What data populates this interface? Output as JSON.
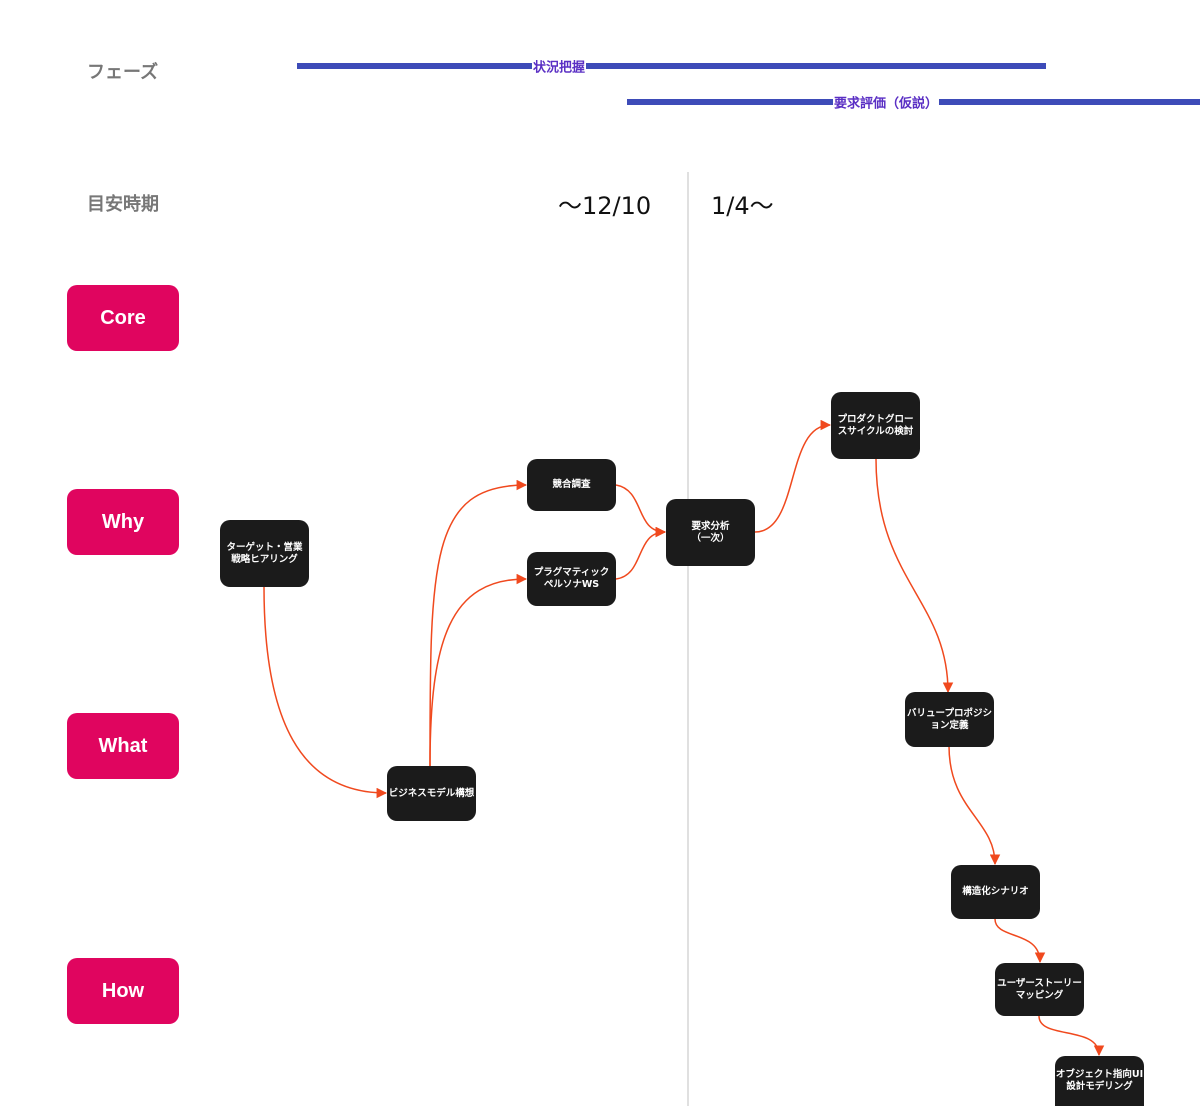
{
  "phase_row_label": "フェーズ",
  "period_row_label": "目安時期",
  "phases": [
    {
      "label": "状況把握"
    },
    {
      "label": "要求評価（仮説）"
    }
  ],
  "periods": {
    "before": "〜12/10",
    "after": "1/4〜"
  },
  "categories": {
    "core": "Core",
    "why": "Why",
    "what": "What",
    "how": "How"
  },
  "nodes": {
    "target_hearing": "ターゲット・営業\n戦略ヒアリング",
    "business_model": "ビジネスモデル構想",
    "competitor": "競合調査",
    "persona_ws": "プラグマティック\nペルソナWS",
    "requirement": "要求分析\n（一次）",
    "growth_cycle": "プロダクトグロー\nスサイクルの検討",
    "value_prop": "バリュープロポジシ\nョン定義",
    "scenario": "構造化シナリオ",
    "story_mapping": "ユーザーストーリー\nマッピング",
    "object_ui": "オブジェクト指向UI\n設計モデリング"
  },
  "colors": {
    "category": "#e0055f",
    "node": "#1b1b1b",
    "phase_bar": "#3d4bb8",
    "phase_text": "#5a2fc4",
    "edge": "#f0491e"
  }
}
